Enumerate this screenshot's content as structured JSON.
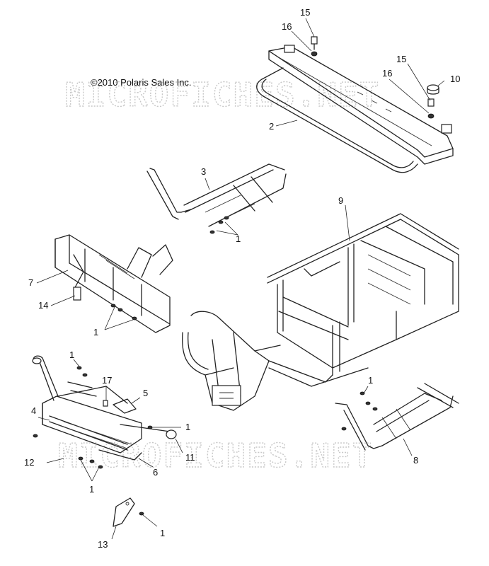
{
  "copyright": "©2010 Polaris Sales Inc.",
  "watermarks": [
    "MICROFICHES.NET",
    "MICROFICHES.NET"
  ],
  "callouts": [
    "15",
    "16",
    "15",
    "10",
    "16",
    "2",
    "3",
    "1",
    "9",
    "7",
    "14",
    "1",
    "1",
    "17",
    "5",
    "4",
    "1",
    "12",
    "11",
    "6",
    "1",
    "8",
    "1",
    "13",
    "1"
  ]
}
